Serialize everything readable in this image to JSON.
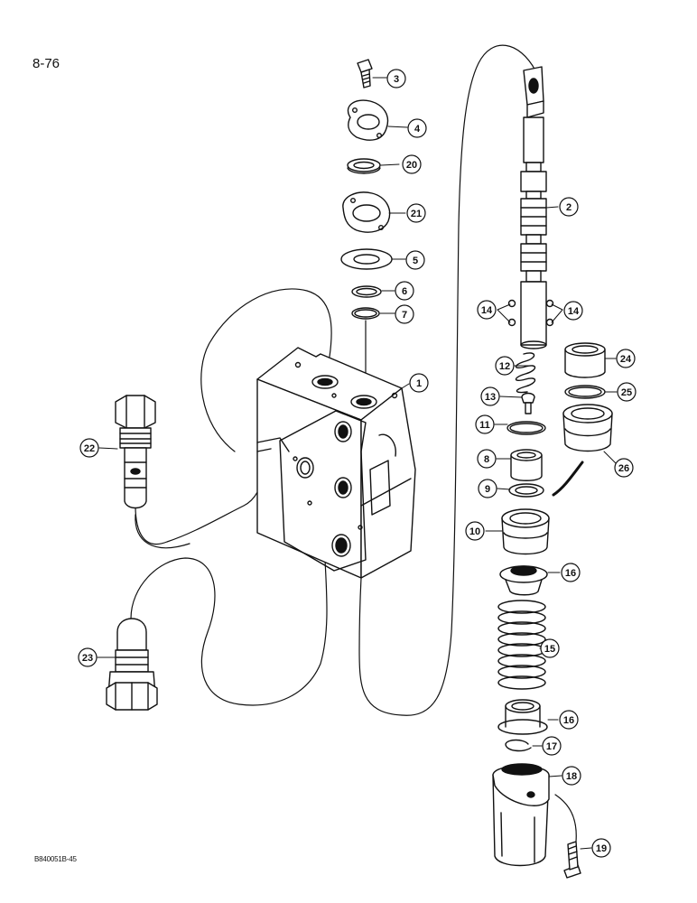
{
  "page_number": "8-76",
  "figure_code": "B840051B-45",
  "callouts": [
    "1",
    "2",
    "3",
    "4",
    "5",
    "6",
    "7",
    "8",
    "9",
    "10",
    "11",
    "12",
    "13",
    "14",
    "14",
    "15",
    "16",
    "16",
    "17",
    "18",
    "19",
    "20",
    "21",
    "22",
    "23",
    "24",
    "25",
    "26"
  ]
}
